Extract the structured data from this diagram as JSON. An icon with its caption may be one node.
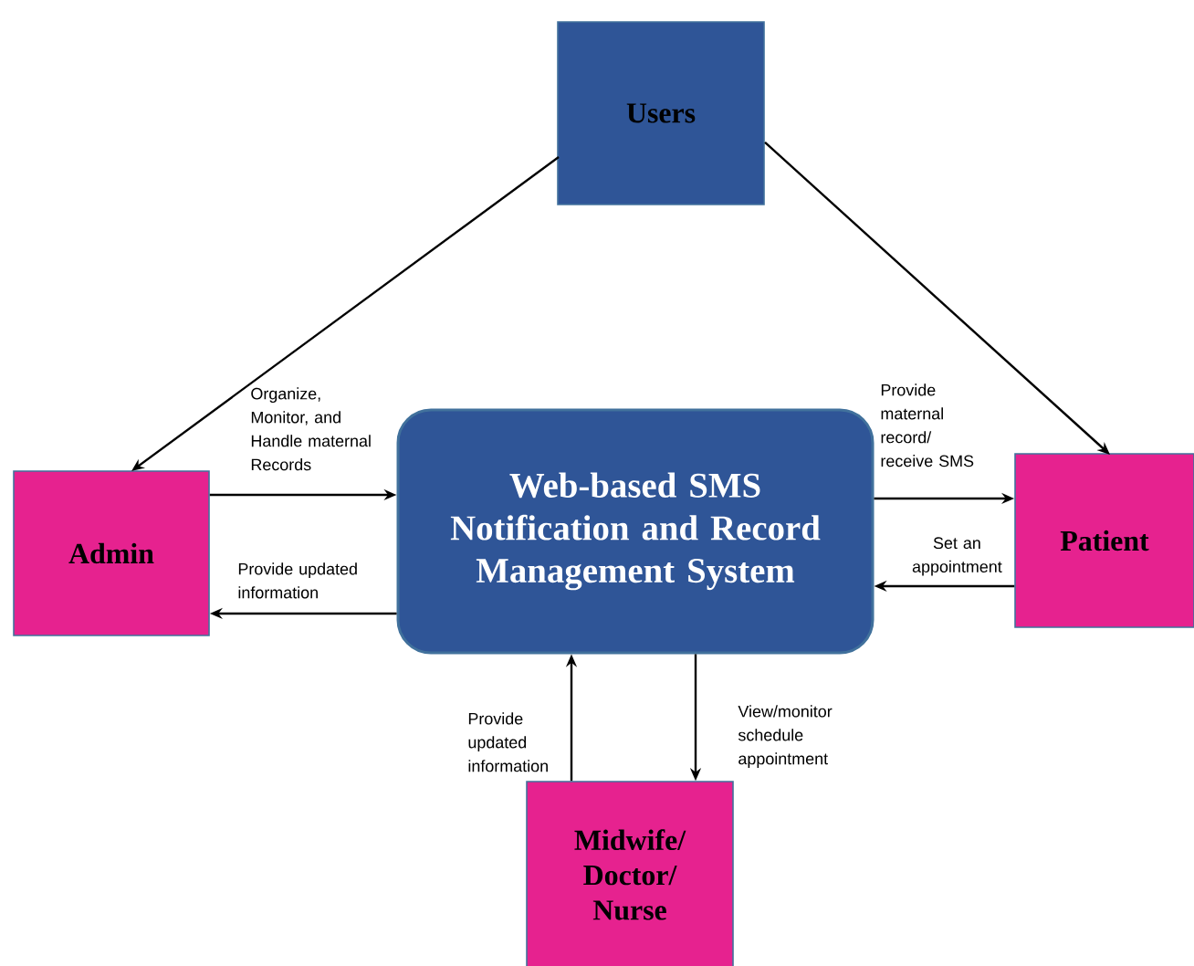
{
  "diagram": {
    "nodes": [
      {
        "text": [
          "Users"
        ]
      },
      {
        "text": [
          "Admin"
        ]
      },
      {
        "text": [
          "Web-based SMS Notification and Record Management System"
        ]
      },
      {
        "text": [
          "Patient"
        ]
      },
      {
        "text": [
          "Midwife/ Doctor/ Nurse"
        ]
      }
    ],
    "edges": [
      {
        "from": 0,
        "to": 1,
        "arrow": "to"
      },
      {
        "from": 0,
        "to": 3,
        "arrow": "to"
      },
      {
        "from": 1,
        "to": 2,
        "arrow": "to",
        "label": "Organize, Monitor, and Handle maternal Records"
      },
      {
        "from": 2,
        "to": 1,
        "arrow": "to",
        "label": "Provide updated information"
      },
      {
        "from": 2,
        "to": 3,
        "arrow": "to",
        "label": "Provide maternal record/ receive SMS"
      },
      {
        "from": 3,
        "to": 2,
        "arrow": "to",
        "label": "Set an appointment"
      },
      {
        "from": 4,
        "to": 2,
        "arrow": "to",
        "label": "Provide updated information"
      },
      {
        "from": 2,
        "to": 4,
        "arrow": "to",
        "label": "View/monitor schedule appointment"
      }
    ]
  }
}
